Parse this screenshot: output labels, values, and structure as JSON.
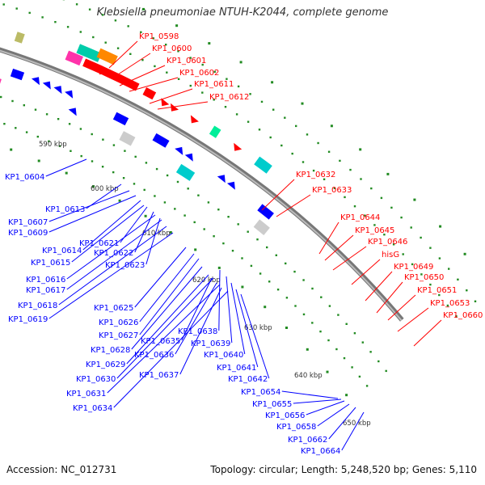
{
  "title": "Klebsiella pneumoniae NTUH-K2044, complete genome",
  "footer": {
    "accession": "Accession: NC_012731",
    "summary": "Topology: circular; Length: 5,248,520 bp; Genes: 5,110"
  },
  "colors": {
    "forward_genes": "#ff0000",
    "reverse_genes": "#0000ff",
    "backbone": "#777777",
    "tick_marks": "#228b22"
  },
  "kbp_marks": [
    "590 kbp",
    "600 kbp",
    "610 kbp",
    "620 kbp",
    "630 kbp",
    "640 kbp",
    "650 kbp"
  ],
  "forward_labels": [
    "KP1_0598",
    "KP1_0600",
    "KP1_0601",
    "KP1_0602",
    "KP1_0611",
    "KP1_0612",
    "KP1_0632",
    "KP1_0633",
    "KP1_0644",
    "KP1_0645",
    "KP1_0646",
    "hisG",
    "KP1_0649",
    "KP1_0650",
    "KP1_0651",
    "KP1_0653",
    "KP1_0660"
  ],
  "reverse_labels": [
    "KP1_0604",
    "KP1_0613",
    "KP1_0607",
    "KP1_0609",
    "KP1_0614",
    "KP1_0621",
    "KP1_0615",
    "KP1_0622",
    "KP1_0623",
    "KP1_0616",
    "KP1_0617",
    "KP1_0618",
    "KP1_0619",
    "KP1_0625",
    "KP1_0626",
    "KP1_0627",
    "KP1_0638",
    "KP1_0635",
    "KP1_0628",
    "KP1_0636",
    "KP1_0639",
    "KP1_0629",
    "KP1_0640",
    "KP1_0637",
    "KP1_0641",
    "KP1_0630",
    "KP1_0642",
    "KP1_0631",
    "KP1_0654",
    "KP1_0655",
    "KP1_0634",
    "KP1_0656",
    "KP1_0658",
    "KP1_0662",
    "KP1_0664"
  ]
}
